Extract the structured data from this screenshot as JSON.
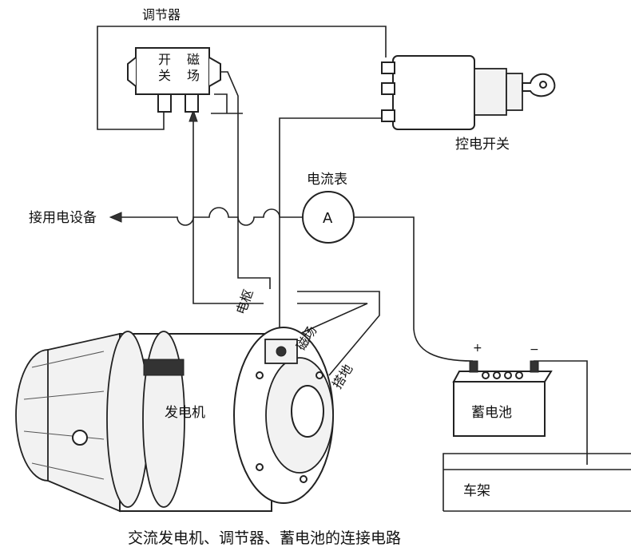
{
  "labels": {
    "regulator": "调节器",
    "regulator_switch_1": "开",
    "regulator_switch_2": "关",
    "regulator_field_1": "磁",
    "regulator_field_2": "场",
    "ignition_switch": "控电开关",
    "ammeter": "电流表",
    "ammeter_symbol": "A",
    "to_loads": "接用电设备",
    "armature": "电枢",
    "field": "磁场",
    "ground": "搭地",
    "generator": "发电机",
    "battery": "蓄电池",
    "battery_plus": "+",
    "battery_minus": "−",
    "frame": "车架",
    "caption": "交流发电机、调节器、蓄电池的连接电路"
  }
}
